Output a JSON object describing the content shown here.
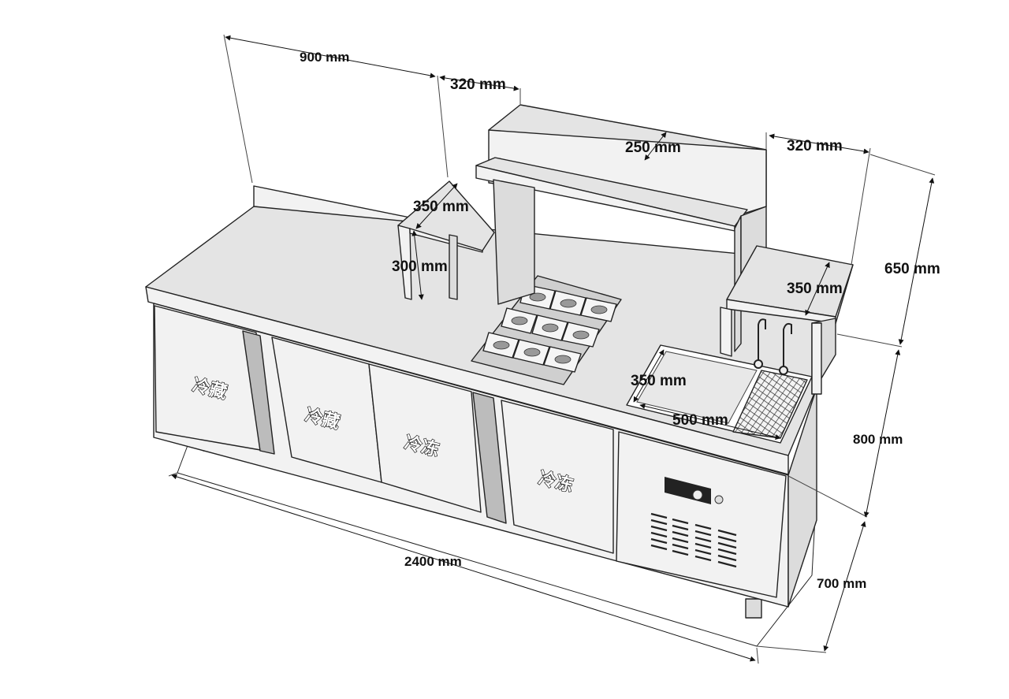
{
  "dimensions": {
    "depth_total": "900 mm",
    "shelf_left_offset": "320 mm",
    "top_shelf_depth": "250 mm",
    "shelf_right_offset": "320 mm",
    "left_shelf_depth": "350 mm",
    "left_shelf_height": "300 mm",
    "right_shelf_depth": "350 mm",
    "overall_shelf_height": "650 mm",
    "sink_depth": "350 mm",
    "sink_width": "500 mm",
    "counter_height": "800 mm",
    "width_total": "2400 mm",
    "counter_depth": "700 mm"
  },
  "doors": [
    {
      "label": "冷藏"
    },
    {
      "label": "冷藏"
    },
    {
      "label": "冷冻"
    },
    {
      "label": "冷冻"
    }
  ]
}
